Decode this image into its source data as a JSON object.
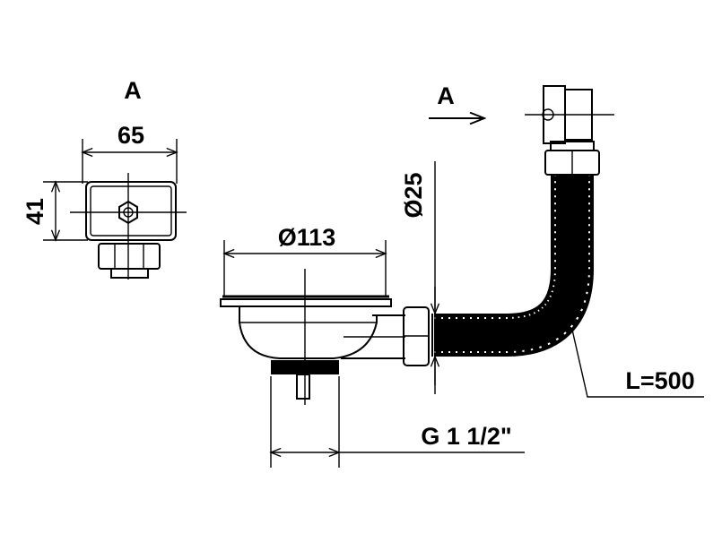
{
  "view_a": {
    "title": "A",
    "width_dim": "65",
    "height_dim": "41"
  },
  "main_view": {
    "arrow_label": "A",
    "bowl_diameter": "Ø113",
    "hose_diameter": "Ø25",
    "hose_length": "L=500",
    "thread": "G 1 1/2\""
  }
}
